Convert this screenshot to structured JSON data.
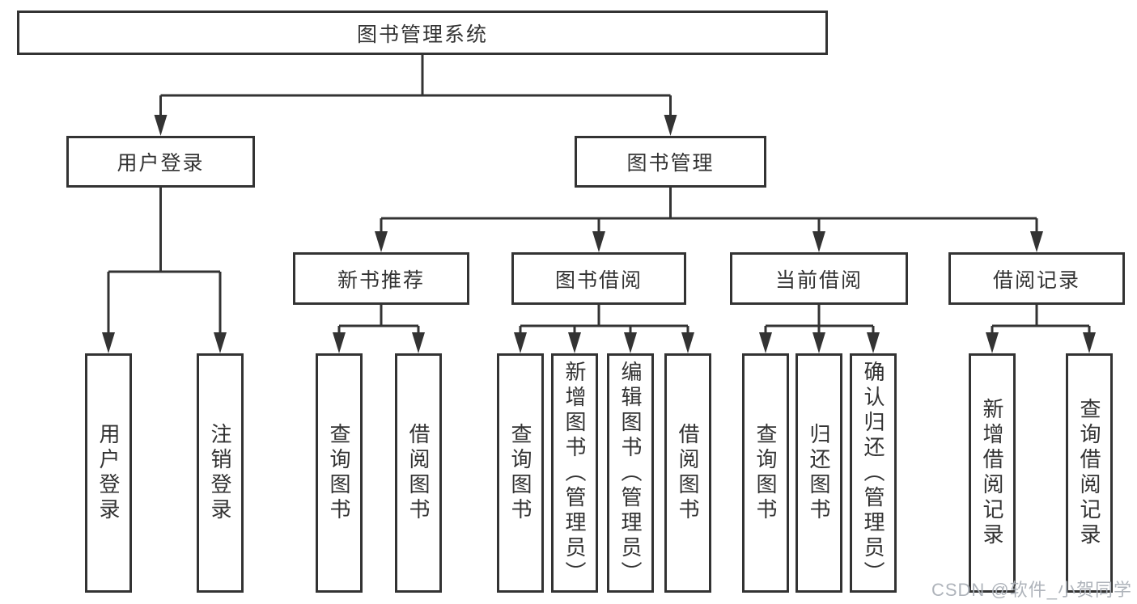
{
  "diagram": {
    "title": "图书管理系统",
    "nodes": {
      "root": "图书管理系统",
      "user_login": "用户登录",
      "book_mgmt": "图书管理",
      "new_book_rec": "新书推荐",
      "book_borrow": "图书借阅",
      "current_borrow": "当前借阅",
      "borrow_record": "借阅记录",
      "ul_user_login": "用户登录",
      "ul_logout": "注销登录",
      "nb_query": "查询图书",
      "nb_borrow": "借阅图书",
      "bb_query": "查询图书",
      "bb_add": "新增图书（管理员）",
      "bb_edit": "编辑图书（管理员）",
      "bb_borrow": "借阅图书",
      "cb_query": "查询图书",
      "cb_return": "归还图书",
      "cb_confirm": "确认归还（管理员）",
      "br_add": "新增借阅记录",
      "br_query": "查询借阅记录"
    },
    "structure": {
      "root_children": [
        "user_login",
        "book_mgmt"
      ],
      "user_login_children": [
        "ul_user_login",
        "ul_logout"
      ],
      "book_mgmt_children": [
        "new_book_rec",
        "book_borrow",
        "current_borrow",
        "borrow_record"
      ],
      "new_book_rec_children": [
        "nb_query",
        "nb_borrow"
      ],
      "book_borrow_children": [
        "bb_query",
        "bb_add",
        "bb_edit",
        "bb_borrow"
      ],
      "current_borrow_children": [
        "cb_query",
        "cb_return",
        "cb_confirm"
      ],
      "borrow_record_children": [
        "br_add",
        "br_query"
      ]
    },
    "colors": {
      "line": "#333333",
      "box_border": "#333333",
      "text": "#333333",
      "background": "#ffffff",
      "watermark": "#abb0b7"
    }
  },
  "watermark": {
    "text": "CSDN @软件_小贺同学"
  }
}
